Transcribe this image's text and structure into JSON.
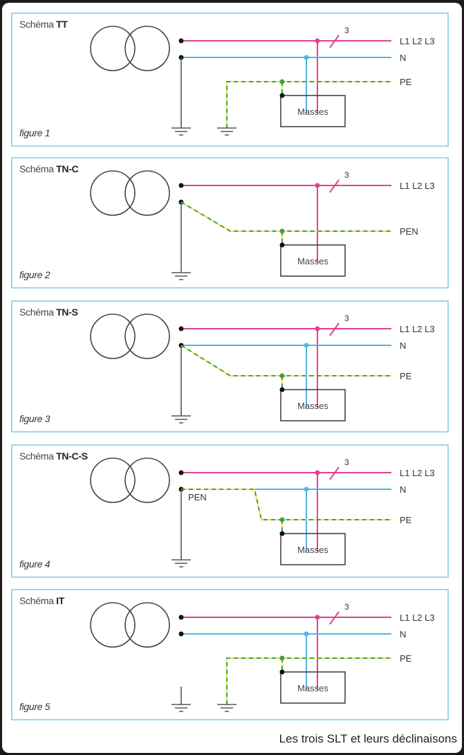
{
  "caption": "Les trois SLT et leurs déclinaisons",
  "colors": {
    "phase": "#e0408f",
    "neutral": "#4cb6e6",
    "pe_green": "#3aa24a",
    "pe_yellow": "#f2e84a",
    "wire_gray": "#555555",
    "panel_border": "#9bd8ef"
  },
  "common": {
    "schema_prefix": "Schéma",
    "phase_label": "L1 L2 L3",
    "phase_count": "3",
    "neutral_label": "N",
    "masses_label": "Masses"
  },
  "panels": [
    {
      "id": "tt",
      "system": "TT",
      "figure": "figure 1",
      "pe_label": "PE",
      "has_neutral": true,
      "neutral_earthed": true,
      "pe_own_earth": true
    },
    {
      "id": "tn-c",
      "system": "TN-C",
      "figure": "figure 2",
      "pe_label": "PEN",
      "has_neutral": false,
      "neutral_earthed": true,
      "pe_own_earth": false
    },
    {
      "id": "tn-s",
      "system": "TN-S",
      "figure": "figure 3",
      "pe_label": "PE",
      "has_neutral": true,
      "neutral_earthed": true,
      "pe_own_earth": false
    },
    {
      "id": "tn-c-s",
      "system": "TN-C-S",
      "figure": "figure 4",
      "pe_label": "PE",
      "pen_label": "PEN",
      "has_neutral": true,
      "neutral_earthed": true,
      "pe_own_earth": false
    },
    {
      "id": "it",
      "system": "IT",
      "figure": "figure 5",
      "pe_label": "PE",
      "has_neutral": true,
      "neutral_earthed": false,
      "pe_own_earth": true
    }
  ]
}
